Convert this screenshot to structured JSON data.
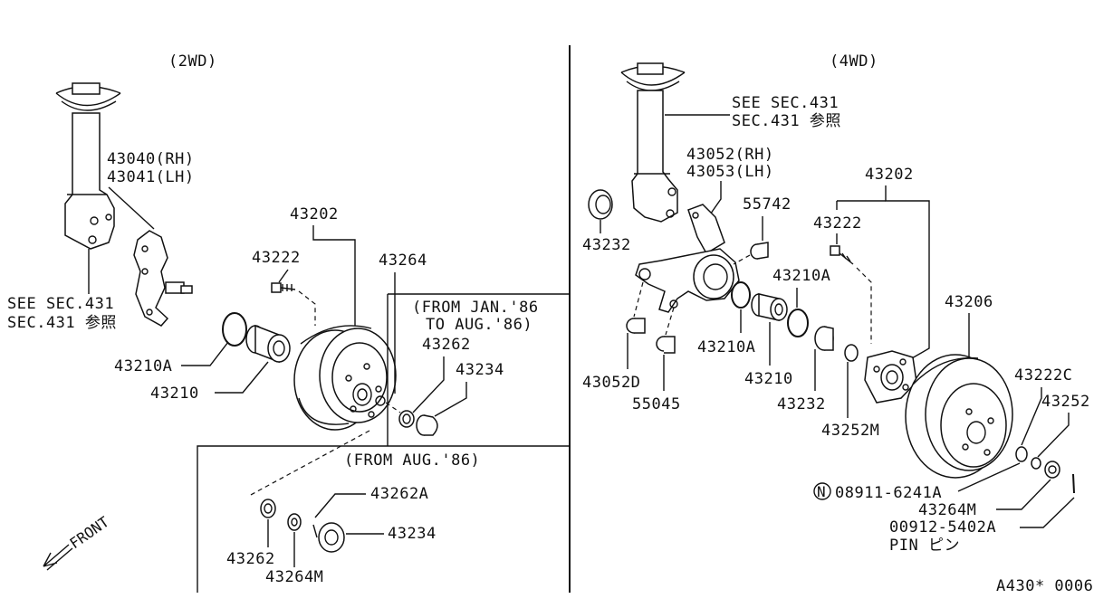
{
  "sections": {
    "left_title": "(2WD)",
    "right_title": "(4WD)"
  },
  "inset_labels": {
    "jan_aug_line1": "(FROM JAN.'86",
    "jan_aug_line2": "TO AUG.'86)",
    "from_aug": "(FROM AUG.'86)"
  },
  "labels_2wd": {
    "strut_rh": "43040(RH)",
    "strut_lh": "43041(LH)",
    "see_sec": "SEE SEC.431",
    "sec_ref": "SEC.431 参照",
    "drum_assy": "43202",
    "bolt": "43222",
    "cap_top": "43264",
    "ring": "43210A",
    "bearing": "43210",
    "nut": "43262",
    "dust_cap": "43234",
    "nut_aug": "43262A",
    "cap_aug": "43234",
    "washer_aug": "43262",
    "cap_m": "43264M",
    "front": "FRONT"
  },
  "labels_4wd": {
    "see_sec": "SEE SEC.431",
    "sec_ref": "SEC.431 参照",
    "knuckle_rh": "43052(RH)",
    "knuckle_lh": "43053(LH)",
    "hub_assy": "43202",
    "bushing": "55742",
    "seal_left": "43232",
    "bolt": "43222",
    "ring_a_top": "43210A",
    "drum": "43206",
    "ring_a_low": "43210A",
    "bearing": "43210",
    "bush_d": "43052D",
    "bush_low": "55045",
    "seal_low": "43232",
    "washer_m": "43252M",
    "bolt_c": "43222C",
    "washer": "43252",
    "nut_code": "08911-6241A",
    "nut_prefix": "N",
    "cap_m": "43264M",
    "pin_code": "00912-5402A",
    "pin_label": "PIN ピン"
  },
  "footer": {
    "code": "A430* 0006"
  }
}
